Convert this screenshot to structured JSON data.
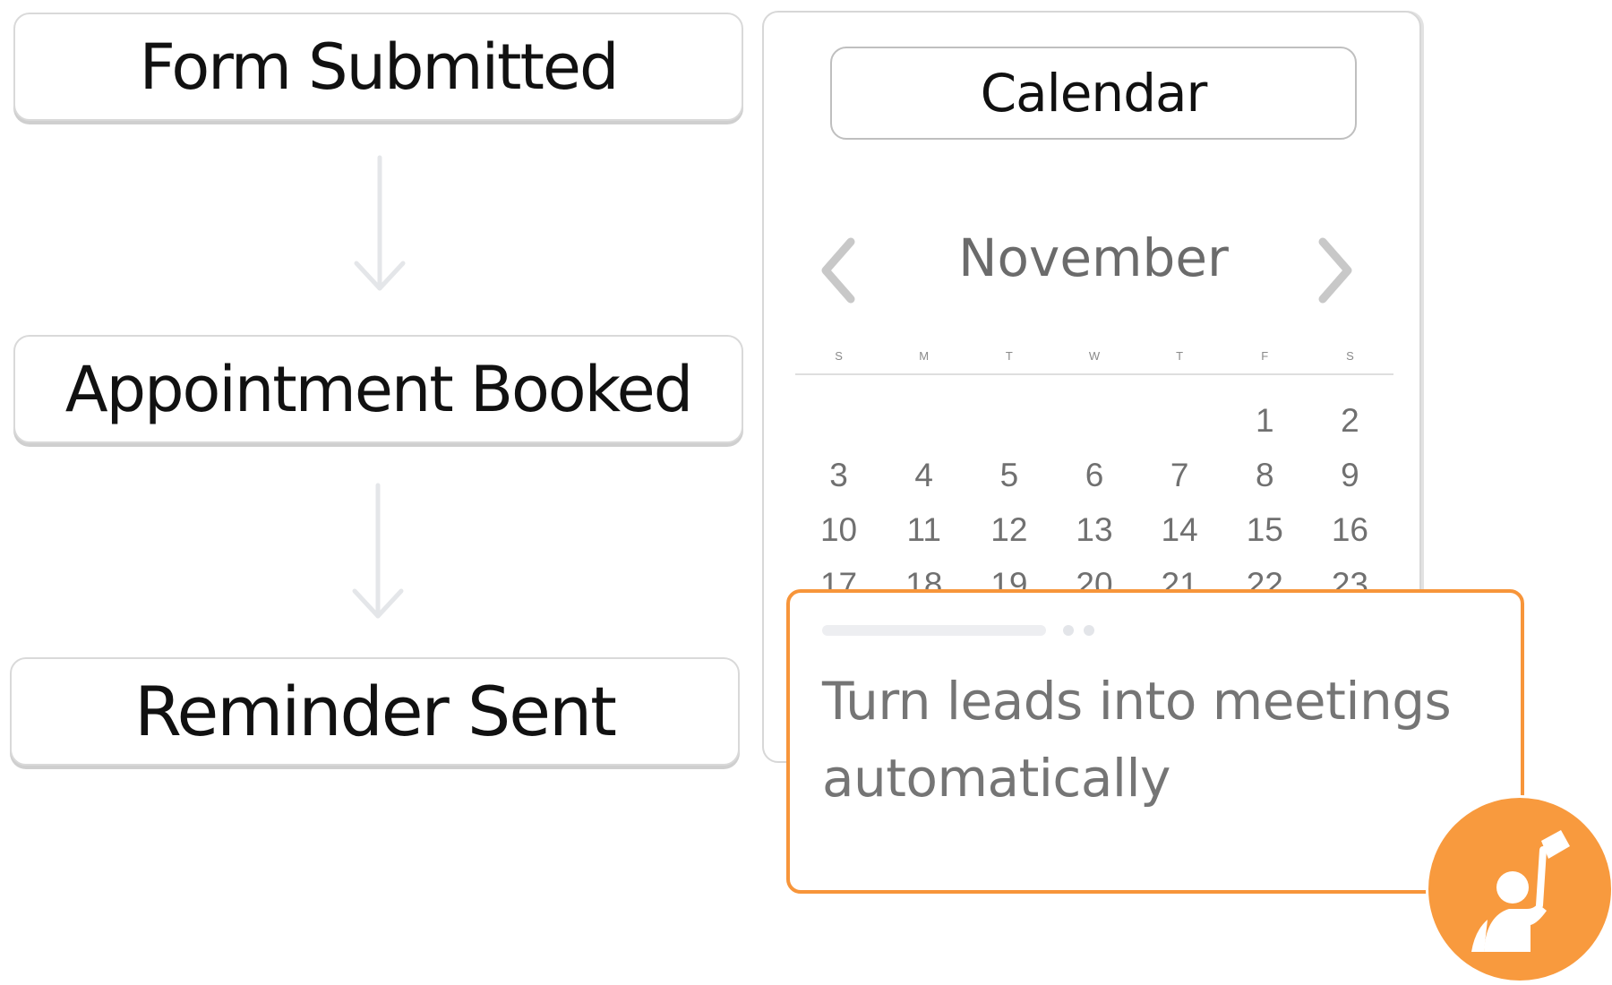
{
  "flow": {
    "steps": [
      {
        "label": "Form Submitted"
      },
      {
        "label": "Appointment Booked"
      },
      {
        "label": "Reminder Sent"
      }
    ],
    "connector_icon": "down-arrow-icon"
  },
  "calendar": {
    "title": "Calendar",
    "month": "November",
    "prev_icon": "chevron-left-icon",
    "next_icon": "chevron-right-icon",
    "weekdays": [
      "S",
      "M",
      "T",
      "W",
      "T",
      "F",
      "S"
    ],
    "days": [
      "",
      "",
      "",
      "",
      "",
      "1",
      "2",
      "3",
      "4",
      "5",
      "6",
      "7",
      "8",
      "9",
      "10",
      "11",
      "12",
      "13",
      "14",
      "15",
      "16",
      "17",
      "18",
      "19",
      "20",
      "21",
      "22",
      "23"
    ]
  },
  "promo": {
    "text": "Turn leads into meetings automatically",
    "accent_color": "#f7953a"
  },
  "badge": {
    "icon": "person-with-flag-icon",
    "color": "#f89a3e"
  }
}
